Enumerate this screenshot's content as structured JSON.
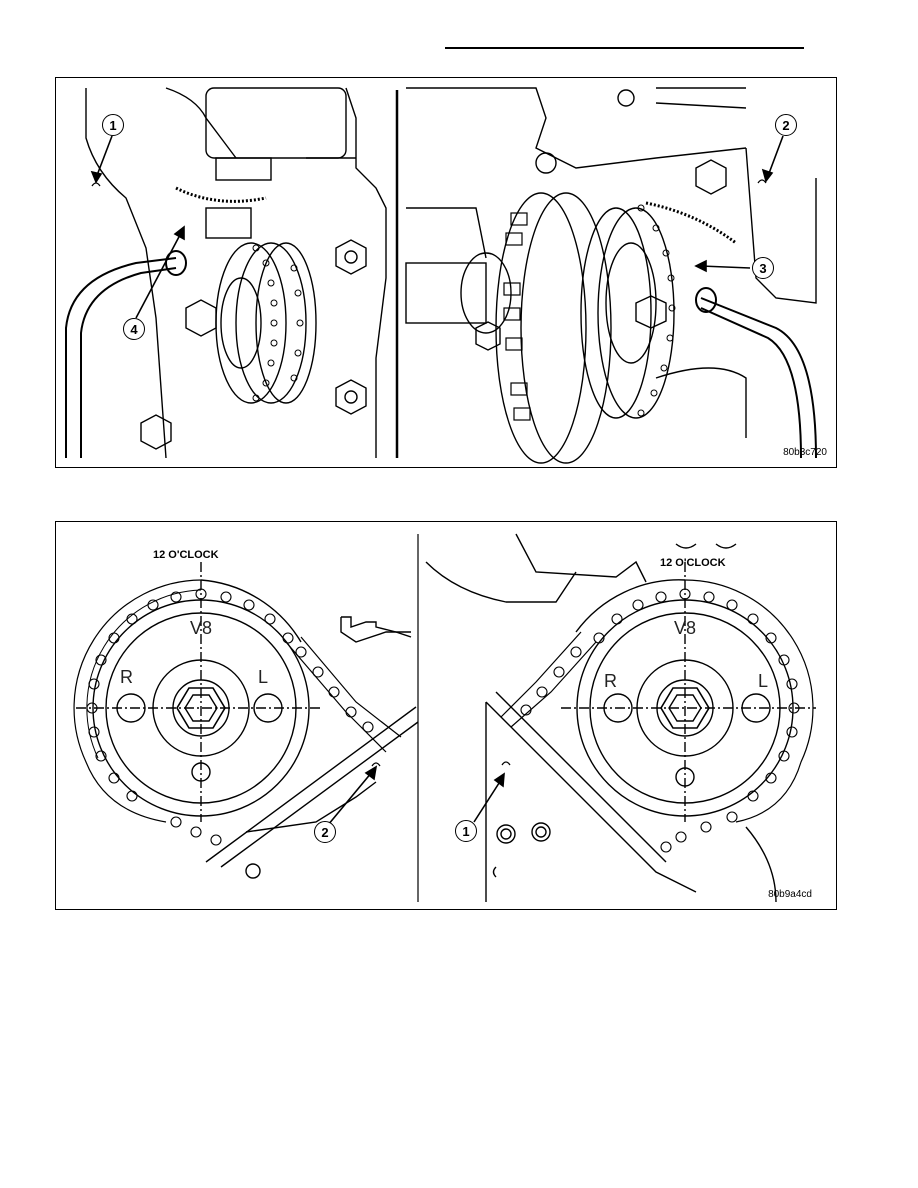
{
  "figure1": {
    "code": "80b3c720",
    "callouts": [
      "1",
      "2",
      "3",
      "4"
    ]
  },
  "figure2": {
    "code": "80b9a4cd",
    "label_left": "12 O'CLOCK",
    "label_right": "12 O'CLOCK",
    "gear_left": {
      "top": "V8",
      "left": "R",
      "right": "L"
    },
    "gear_right": {
      "top": "V8",
      "left": "R",
      "right": "L"
    },
    "callouts": [
      "2",
      "1"
    ]
  }
}
